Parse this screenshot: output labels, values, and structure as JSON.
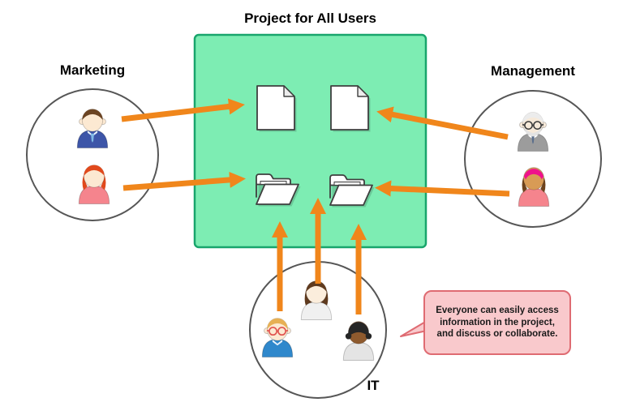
{
  "box": {
    "title": "Project for All Users"
  },
  "colors": {
    "box_fill": "#7DEDB3",
    "box_border": "#18A56C",
    "arrow": "#F0861B",
    "circle_border": "#565656",
    "bubble_fill": "#F9C9CC",
    "bubble_border": "#DF6B72",
    "icon_outline": "#3F3F3F",
    "text": "#000000"
  },
  "icons": {
    "box_contents": [
      "document-icon",
      "document-icon",
      "folder-icon",
      "folder-icon"
    ]
  },
  "groups": [
    {
      "label": "Marketing",
      "members": [
        {
          "id": "marketing-man",
          "colors": {
            "skin": "#FCE9D2",
            "hair": "#6B4423",
            "shirt": "#3D55A8",
            "tie": "#7FB9E6"
          }
        },
        {
          "id": "marketing-woman",
          "colors": {
            "skin": "#FCE9D2",
            "hair": "#E1491C",
            "shirt": "#F5848D"
          }
        }
      ]
    },
    {
      "label": "Management",
      "members": [
        {
          "id": "management-man",
          "colors": {
            "skin": "#F6E9D9",
            "hair": "#ECECEC",
            "beard": "#E3E3E3",
            "shirt": "#9C9C9C",
            "tie": "#5A6E8C",
            "glasses": "#3A3A3A"
          }
        },
        {
          "id": "management-woman",
          "colors": {
            "skin": "#D89B55",
            "hair": "#6E431C",
            "band": "#EF118C",
            "shirt": "#F5848D"
          }
        }
      ]
    },
    {
      "label": "IT",
      "members": [
        {
          "id": "it-analyst",
          "colors": {
            "skin": "#FCE9D2",
            "hair": "#E7B054",
            "shirt": "#2F88CC",
            "glasses": "#E0524E"
          }
        },
        {
          "id": "it-developer",
          "colors": {
            "skin": "#FBEDDC",
            "hair": "#5F3A1E",
            "shirt": "#F0F0F0"
          }
        },
        {
          "id": "it-engineer",
          "colors": {
            "skin": "#8E5A2E",
            "hair": "#262626",
            "shirt": "#E4E4E4"
          }
        }
      ]
    }
  ],
  "callout": {
    "lines": [
      "Everyone can easily access",
      "information in the project,",
      "and discuss or collaborate."
    ]
  }
}
